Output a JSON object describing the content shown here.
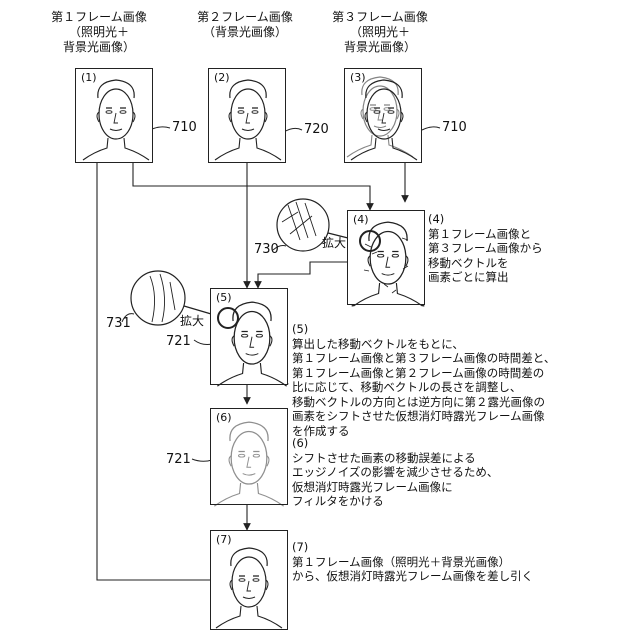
{
  "headers": {
    "frame1": {
      "title": "第１フレーム画像",
      "sub1": "（照明光＋",
      "sub2": "背景光画像）"
    },
    "frame2": {
      "title": "第２フレーム画像",
      "sub1": "（背景光画像）"
    },
    "frame3": {
      "title": "第３フレーム画像",
      "sub1": "（照明光＋",
      "sub2": "背景光画像）"
    }
  },
  "boxes": {
    "b1": {
      "label": "(1)"
    },
    "b2": {
      "label": "(2)"
    },
    "b3": {
      "label": "(3)"
    },
    "b4": {
      "label": "(4)"
    },
    "b5": {
      "label": "(5)"
    },
    "b6": {
      "label": "(6)"
    },
    "b7": {
      "label": "(7)"
    }
  },
  "refs": {
    "r710a": "710",
    "r720": "720",
    "r710b": "710",
    "r730": "730",
    "r731": "731",
    "r721a": "721",
    "r721b": "721"
  },
  "zoom": {
    "label": "拡大"
  },
  "notes": {
    "n4": {
      "num": "(4)",
      "l1": "第１フレーム画像と",
      "l2": "第３フレーム画像から",
      "l3": "移動ベクトルを",
      "l4": "画素ごとに算出"
    },
    "n5": {
      "num": "(5)",
      "l1": "算出した移動ベクトルをもとに、",
      "l2": "第１フレーム画像と第３フレーム画像の時間差と、",
      "l3": "第１フレーム画像と第２フレーム画像の時間差の",
      "l4": "比に応じて、移動ベクトルの長さを調整し、",
      "l5": "移動ベクトルの方向とは逆方向に第２露光画像の",
      "l6": "画素をシフトさせた仮想消灯時露光フレーム画像",
      "l7": "を作成する"
    },
    "n6": {
      "num": "(6)",
      "l1": "シフトさせた画素の移動誤差による",
      "l2": "エッジノイズの影響を減少させるため、",
      "l3": "仮想消灯時露光フレーム画像に",
      "l4": "フィルタをかける"
    },
    "n7": {
      "num": "(7)",
      "l1": "第１フレーム画像（照明光＋背景光画像）",
      "l2": "から、仮想消灯時露光フレーム画像を差し引く"
    }
  }
}
